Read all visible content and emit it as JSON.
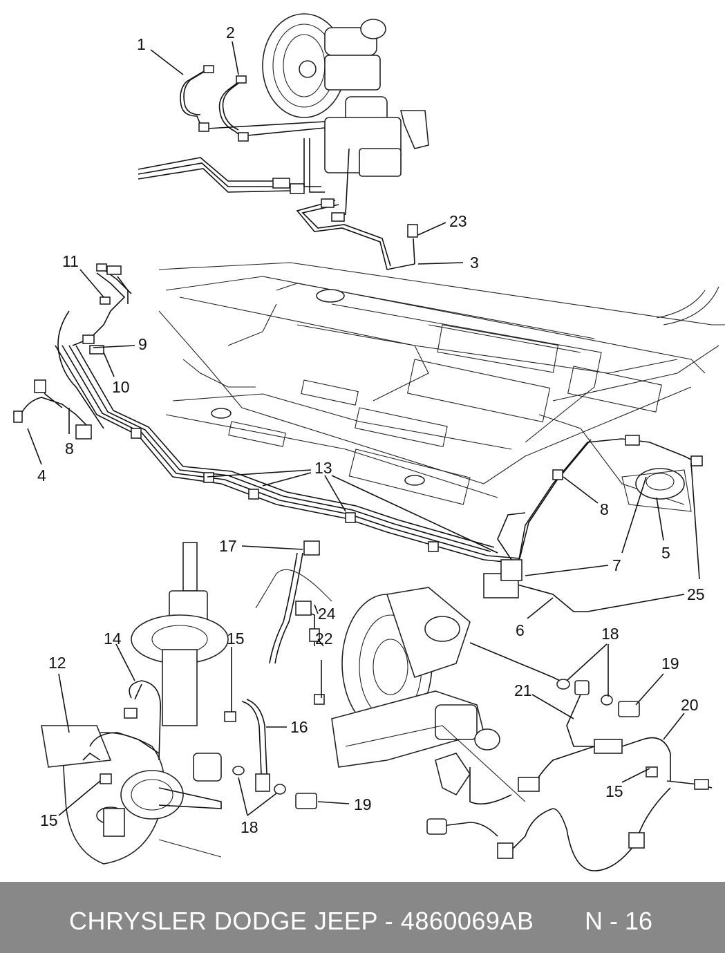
{
  "footer": {
    "brand_part": "CHRYSLER DODGE JEEP - 4860069AB",
    "page": "N - 16"
  },
  "callouts": [
    "1",
    "2",
    "23",
    "3",
    "11",
    "9",
    "10",
    "8",
    "4",
    "13",
    "8",
    "5",
    "7",
    "25",
    "6",
    "17",
    "24",
    "15",
    "22",
    "14",
    "12",
    "16",
    "18",
    "19",
    "21",
    "20",
    "15",
    "15",
    "18",
    "19"
  ]
}
